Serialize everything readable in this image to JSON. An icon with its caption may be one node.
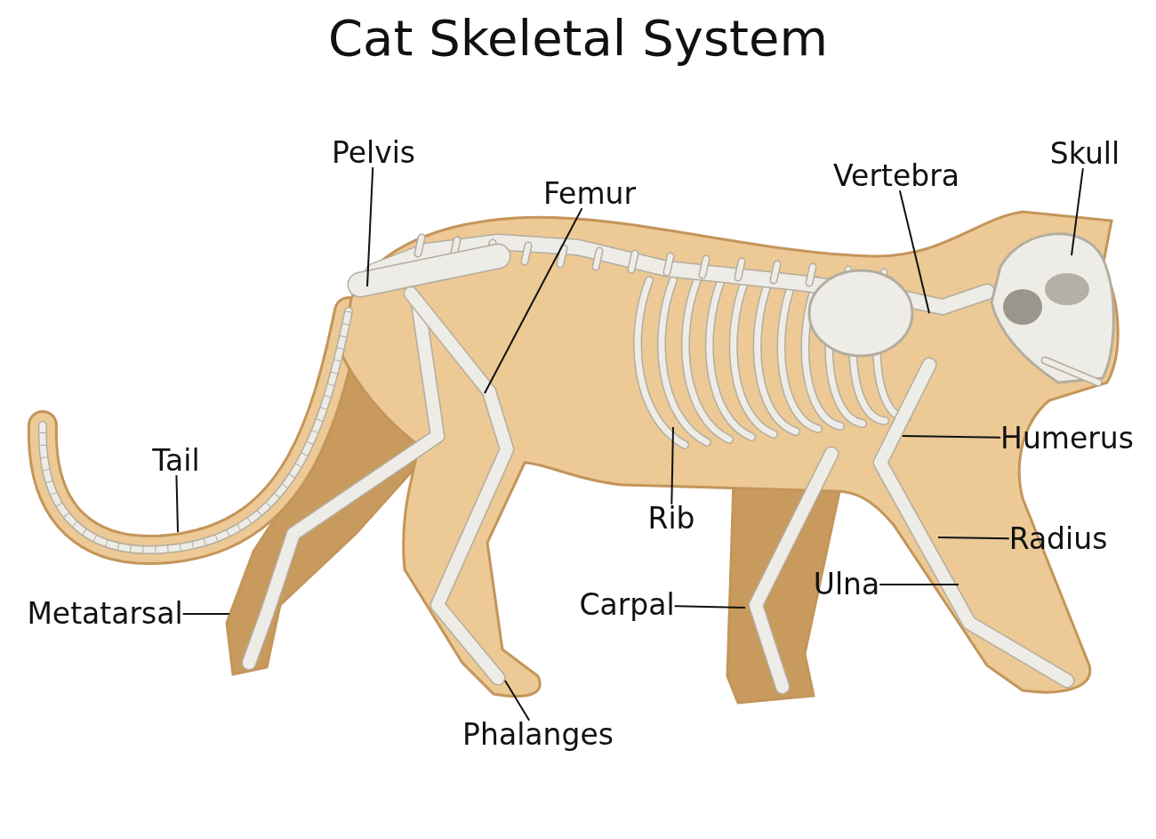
{
  "diagram": {
    "title": "Cat Skeletal System",
    "nodes": [
      {
        "text": [
          "Pelvis"
        ]
      },
      {
        "text": [
          "Femur"
        ]
      },
      {
        "text": [
          "Vertebra"
        ]
      },
      {
        "text": [
          "Skull"
        ]
      },
      {
        "text": [
          "Tail"
        ]
      },
      {
        "text": [
          "Humerus"
        ]
      },
      {
        "text": [
          "Rib"
        ]
      },
      {
        "text": [
          "Radius"
        ]
      },
      {
        "text": [
          "Ulna"
        ]
      },
      {
        "text": [
          "Carpal"
        ]
      },
      {
        "text": [
          "Metatarsal"
        ]
      },
      {
        "text": [
          "Phalanges"
        ]
      }
    ],
    "edges": [
      {
        "from": 0,
        "to": null,
        "arrow": "none"
      },
      {
        "from": 1,
        "to": null,
        "arrow": "none"
      },
      {
        "from": 2,
        "to": null,
        "arrow": "none"
      },
      {
        "from": 3,
        "to": null,
        "arrow": "none"
      },
      {
        "from": 4,
        "to": null,
        "arrow": "none"
      },
      {
        "from": 5,
        "to": null,
        "arrow": "none"
      },
      {
        "from": 6,
        "to": null,
        "arrow": "none"
      },
      {
        "from": 7,
        "to": null,
        "arrow": "none"
      },
      {
        "from": 8,
        "to": null,
        "arrow": "none"
      },
      {
        "from": 9,
        "to": null,
        "arrow": "none"
      },
      {
        "from": 10,
        "to": null,
        "arrow": "none"
      },
      {
        "from": 11,
        "to": null,
        "arrow": "none"
      }
    ]
  }
}
